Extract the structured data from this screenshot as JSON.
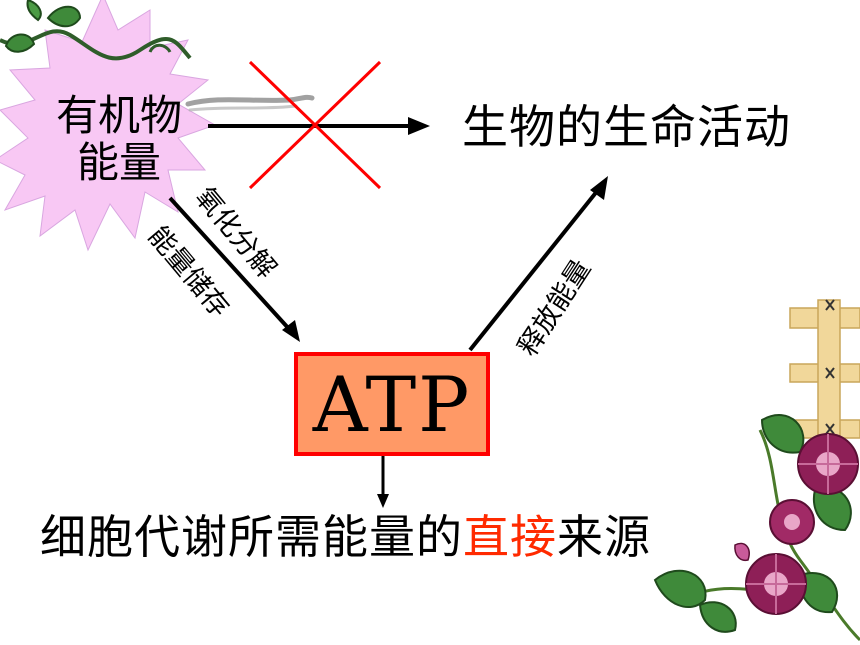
{
  "source": {
    "line1": "有机物",
    "line2": "能量"
  },
  "target": {
    "label": "生物的生命活动"
  },
  "atp": {
    "label": "ATP"
  },
  "edges": {
    "oxidation_label": "氧化分解",
    "storage_label": "能量储存",
    "release_label": "释放能量"
  },
  "bottom": {
    "prefix": "细胞代谢所需能量的",
    "highlight": "直接",
    "suffix": "来源"
  },
  "colors": {
    "atp_fill": "#ff9966",
    "accent_red": "#ff0000",
    "highlight_text": "#ff2a00",
    "starburst": "#f8c8f4"
  },
  "icons": {
    "decor_top_left": "vine-leaves",
    "decor_bottom_right": "morning-glory-trellis"
  }
}
